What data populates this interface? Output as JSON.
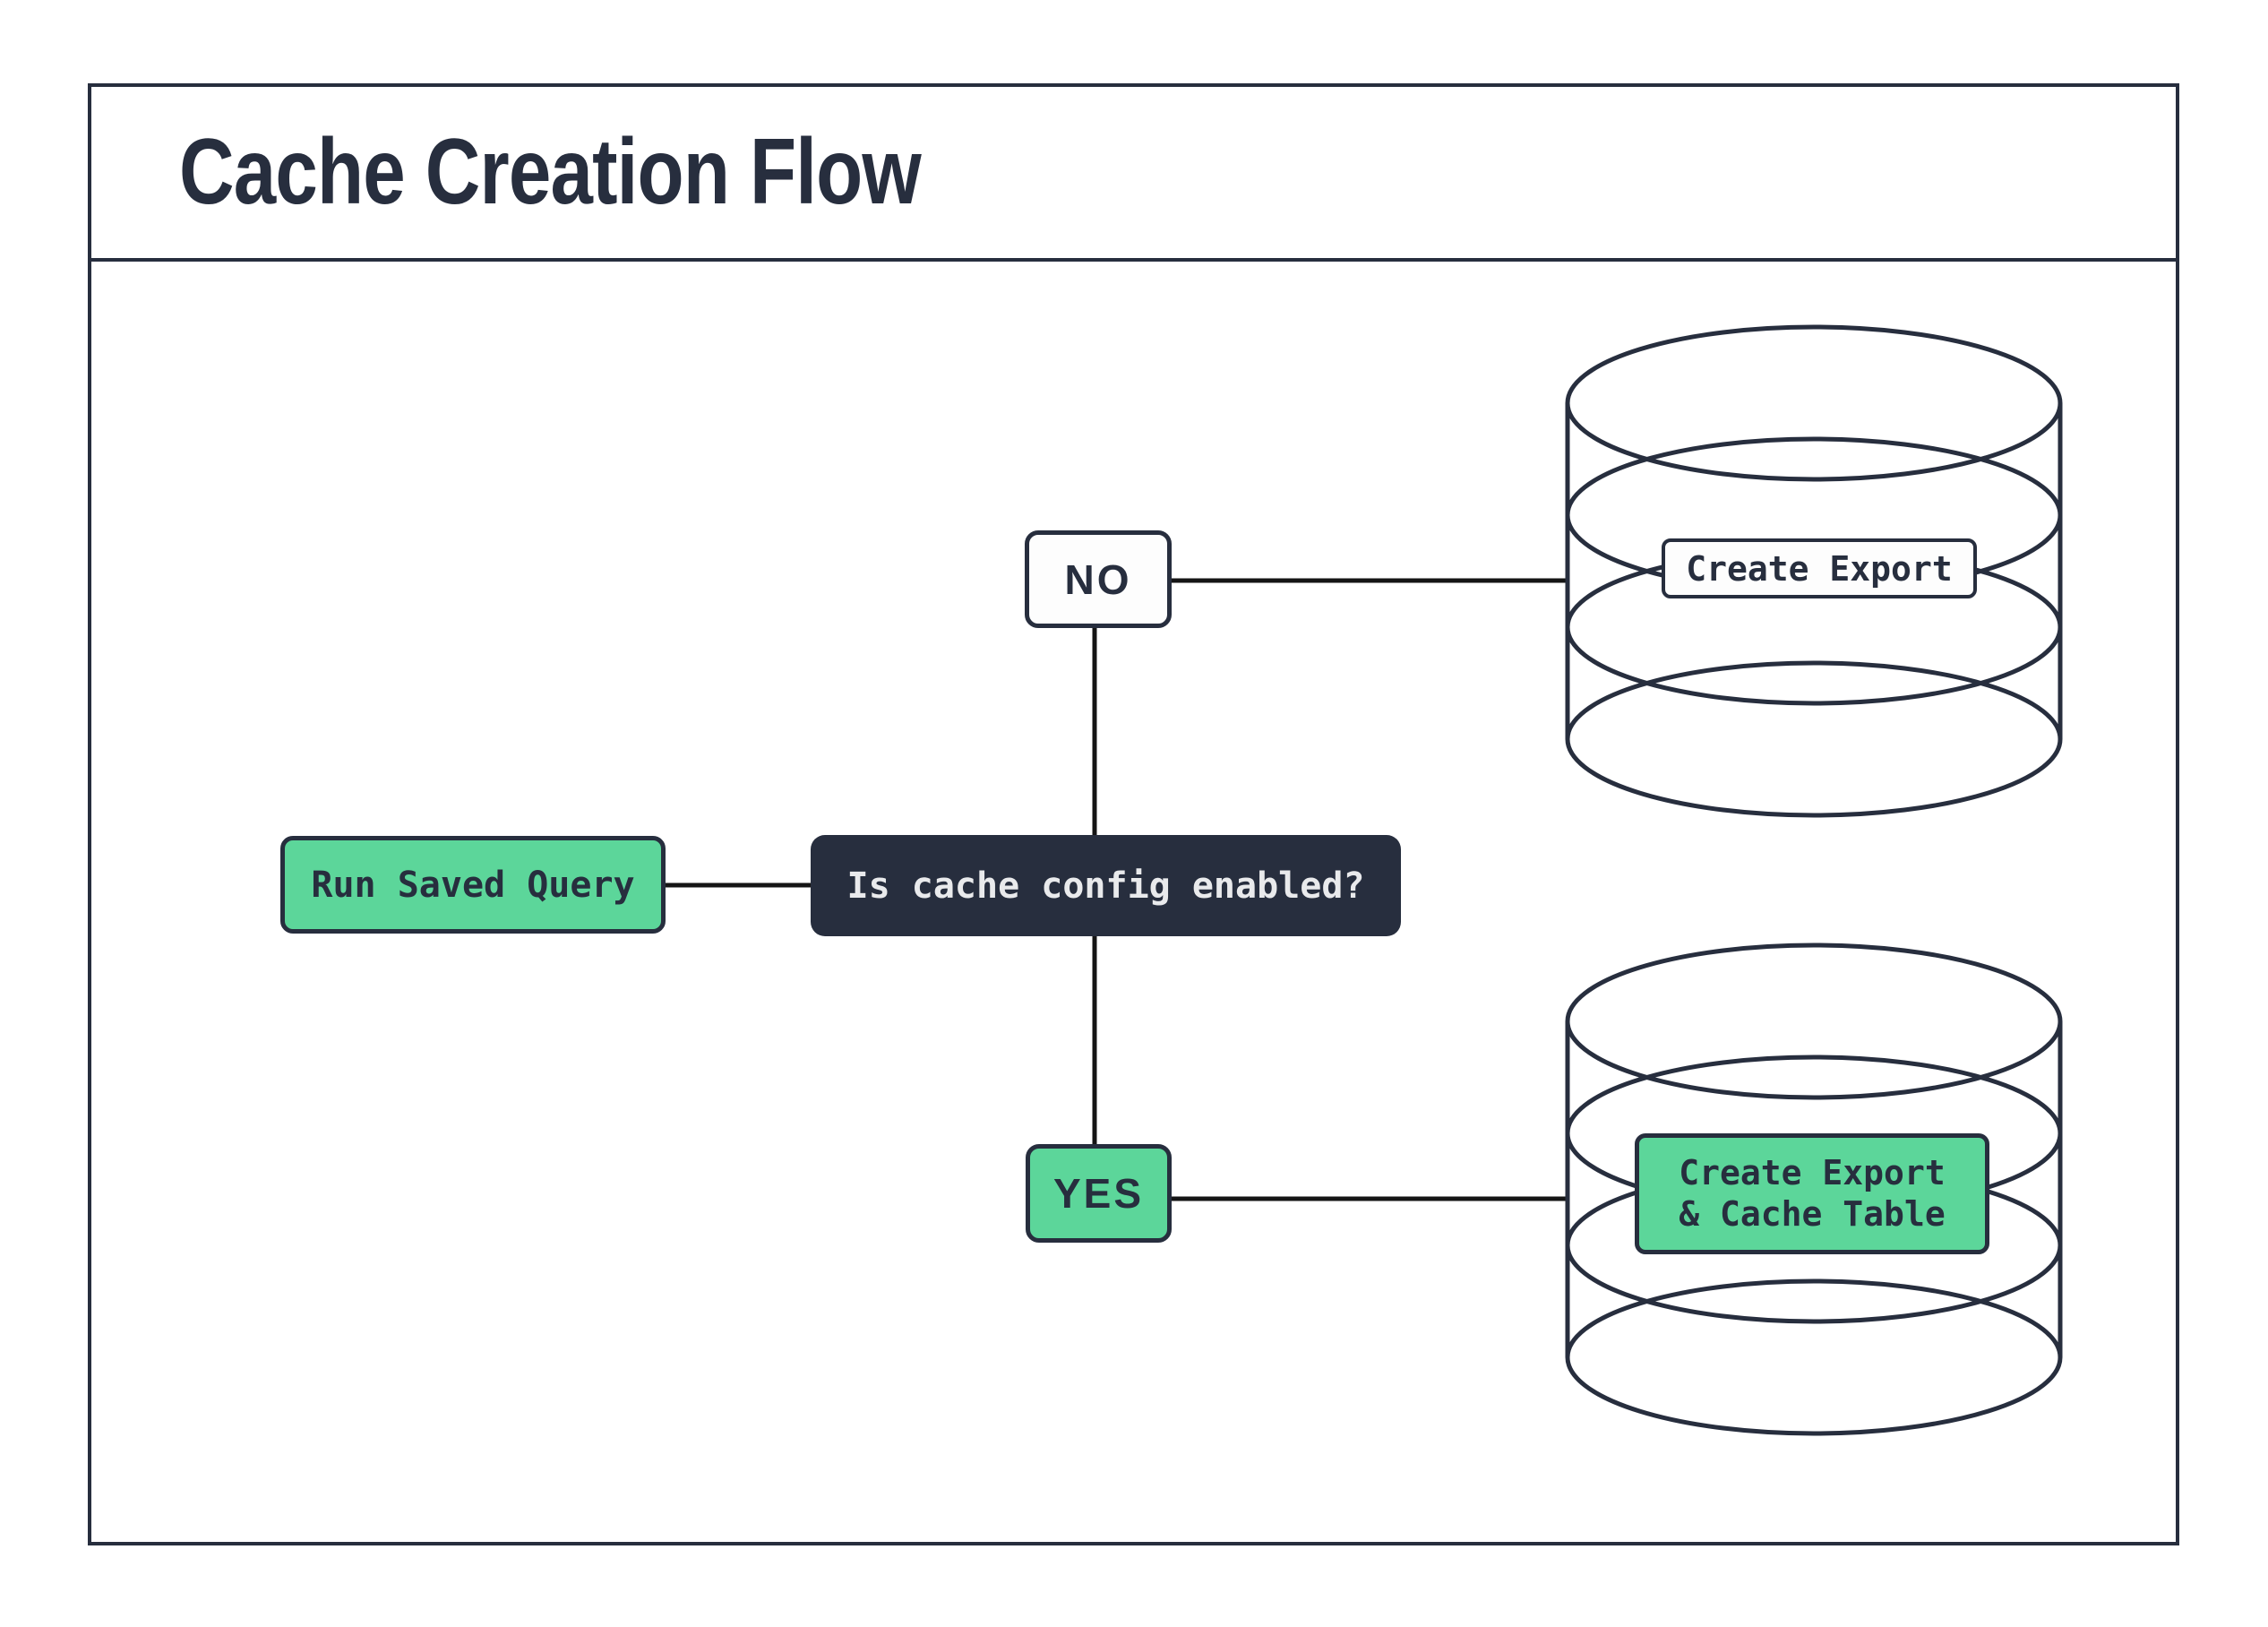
{
  "title": "Cache Creation Flow",
  "colors": {
    "navy": "#272E3E",
    "green": "#5CD69A",
    "line": "#151515",
    "light": "#E9EAEC",
    "paper": "#FFFFFF",
    "nodewhite": "#FDFDFD"
  },
  "nodes": {
    "run_query": {
      "label": "Run Saved Query"
    },
    "decision": {
      "label": "Is cache config enabled?"
    },
    "no_branch": {
      "label": "NO"
    },
    "yes_branch": {
      "label": "YES"
    },
    "export_db": {
      "label": "Create Export"
    },
    "cache_db": {
      "label_line1": "Create Export",
      "label_line2": "& Cache Table"
    }
  }
}
